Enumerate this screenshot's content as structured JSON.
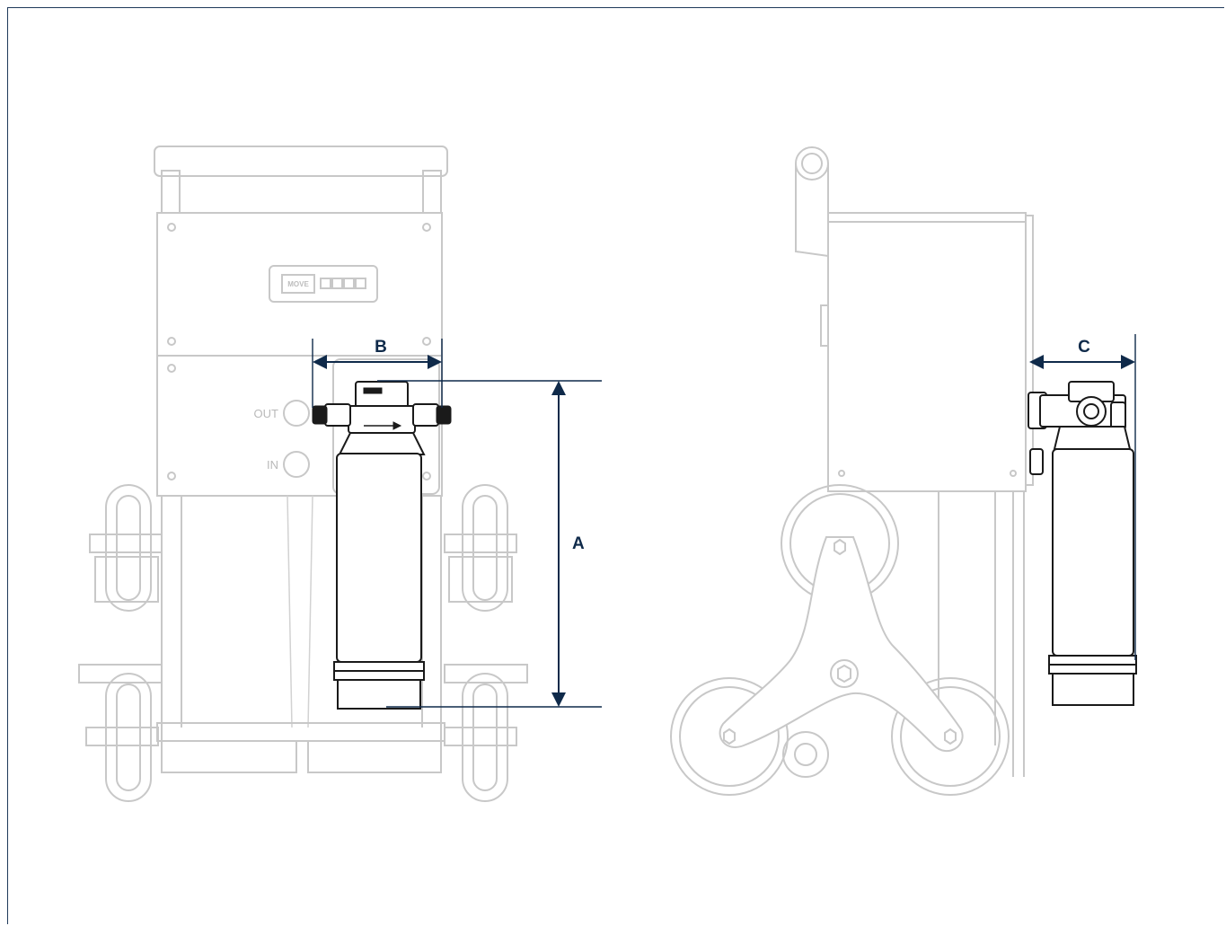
{
  "front_view": {
    "port_out": "OUT",
    "port_in": "IN",
    "panel_label": "MOVE"
  },
  "dimensions": {
    "a": "A",
    "b": "B",
    "c": "C"
  },
  "colors": {
    "dimension_lines": "#0f2a4a",
    "ghost_outline": "#c8c8c8",
    "filter_outline": "#1a1a1a",
    "frame": "#1f3a5a"
  }
}
